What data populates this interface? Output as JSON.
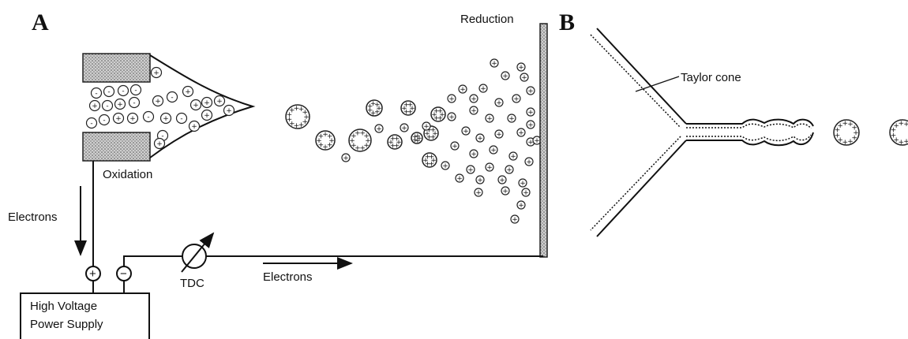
{
  "panels": {
    "a": "A",
    "b": "B"
  },
  "labels": {
    "oxidation": "Oxidation",
    "reduction": "Reduction",
    "electrons_left": "Electrons",
    "electrons_bottom": "Electrons",
    "tdc": "TDC",
    "power_supply_line1": "High Voltage",
    "power_supply_line2": "Power Supply",
    "taylor_cone": "Taylor cone"
  },
  "symbols": {
    "plus": "+",
    "minus": "−"
  }
}
